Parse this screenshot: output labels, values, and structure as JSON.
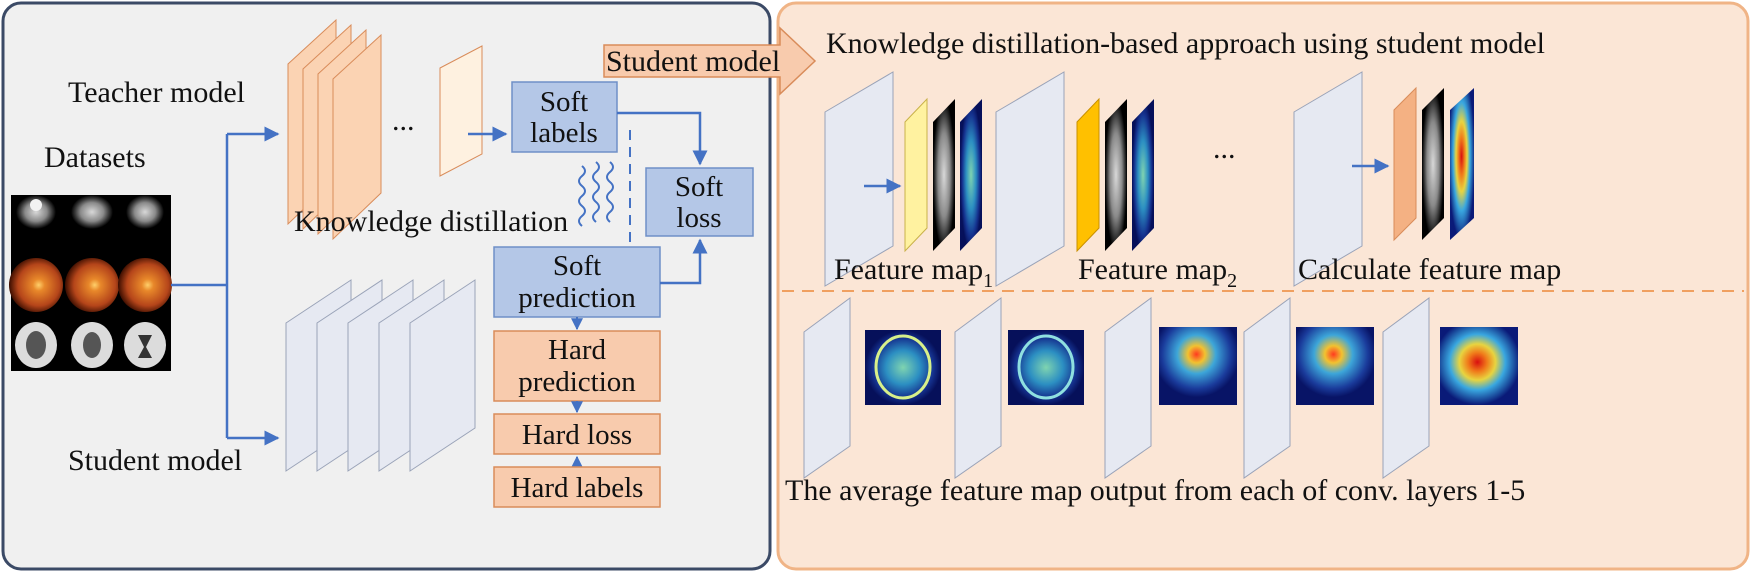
{
  "left_panel": {
    "teacher_model_label": "Teacher model",
    "student_model_label": "Student model",
    "datasets_label": "Datasets",
    "ellipsis": "...",
    "knowledge_distillation_label": "Knowledge distillation",
    "soft_labels": [
      "Soft",
      "labels"
    ],
    "soft_loss": [
      "Soft",
      "loss"
    ],
    "soft_prediction": [
      "Soft",
      "prediction"
    ],
    "hard_prediction": [
      "Hard",
      "prediction"
    ],
    "hard_loss": "Hard loss",
    "hard_labels": "Hard labels"
  },
  "student_arrow_label": "Student model",
  "right_panel": {
    "title": "Knowledge distillation-based approach using student model",
    "feature_map_1": {
      "text": "Feature map",
      "subscript": "1"
    },
    "feature_map_2": {
      "text": "Feature map",
      "subscript": "2"
    },
    "ellipsis": "...",
    "calculate_feature_map": "Calculate feature map",
    "bottom_caption": "The average feature map output from each of conv. layers 1-5"
  },
  "colors": {
    "left_panel_bg": "#f0f0f0",
    "left_panel_border": "#3b4a66",
    "right_panel_bg": "#fbe6d6",
    "right_panel_border": "#f0b486",
    "teacher_layer": "#fbd3b3",
    "student_layer": "#e6e9f2",
    "soft_box": "#b4c7e7",
    "hard_box": "#f8cbad",
    "arrow": "#4472c4",
    "yellow_map": "#fff2a0",
    "orange_map": "#ffc000",
    "salmon_map": "#f4b183"
  }
}
